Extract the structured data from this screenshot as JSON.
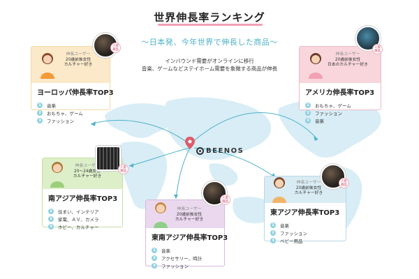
{
  "header": {
    "title": "世界伸長率ランキング",
    "subtitle": "〜日本発、今年世界で伸長した商品〜",
    "description_line1": "インバウンド需要がオンラインに移行",
    "description_line2": "音楽、ゲームなどステイホーム需要を象徴する商品が伸長"
  },
  "logo": {
    "text": "BEENOS"
  },
  "badge_text": {
    "line1": "人気",
    "line2": "商品"
  },
  "colors": {
    "europe": "#fbe9c9",
    "america": "#f8d6dc",
    "south_asia": "#dcefc9",
    "southeast_asia": "#ead8ee",
    "east_asia": "#d9ebf3",
    "arrow": "#4fb2c9",
    "map": "#d8edf6",
    "pin": "#e05a6a"
  },
  "regions": {
    "europe": {
      "user_role": "伸長ユーザー",
      "user_line1": "20歳前後女性",
      "user_line2": "カルチャー好き",
      "title": "ヨーロッパ伸長率TOP3",
      "items": [
        {
          "num": "1",
          "label": "音楽"
        },
        {
          "num": "2",
          "label": "おもちゃ、ゲーム"
        },
        {
          "num": "3",
          "label": "ファッション"
        }
      ]
    },
    "america": {
      "user_role": "伸長ユーザー",
      "user_line1": "20歳前後女性",
      "user_line2": "日本のカルチャー好き",
      "title": "アメリカ伸長率TOP3",
      "items": [
        {
          "num": "1",
          "label": "おもちゃ、ゲーム"
        },
        {
          "num": "2",
          "label": "ファッション"
        },
        {
          "num": "3",
          "label": "音楽"
        }
      ]
    },
    "south_asia": {
      "user_role": "伸長ユーザー",
      "user_line1": "20〜24歳女性",
      "user_line2": "カルチャー好き",
      "title": "南アジア伸長率TOP3",
      "items": [
        {
          "num": "1",
          "label": "住まい、インテリア"
        },
        {
          "num": "2",
          "label": "家電、ＡＶ、カメラ"
        },
        {
          "num": "3",
          "label": "ホビー、カルチャー"
        }
      ]
    },
    "southeast_asia": {
      "user_role": "伸長ユーザー",
      "user_line1": "20歳前後女性",
      "user_line2": "カルチャー好き",
      "title": "東南アジア伸長率TOP3",
      "items": [
        {
          "num": "1",
          "label": "音楽"
        },
        {
          "num": "2",
          "label": "アクセサリー、時計"
        },
        {
          "num": "3",
          "label": "ファッション"
        }
      ]
    },
    "east_asia": {
      "user_role": "伸長ユーザー",
      "user_line1": "20歳前後女性",
      "user_line2": "カルチャー好き",
      "title": "東アジア伸長率TOP3",
      "items": [
        {
          "num": "1",
          "label": "音楽"
        },
        {
          "num": "2",
          "label": "ファッション"
        },
        {
          "num": "3",
          "label": "ベビー用品"
        }
      ]
    }
  }
}
